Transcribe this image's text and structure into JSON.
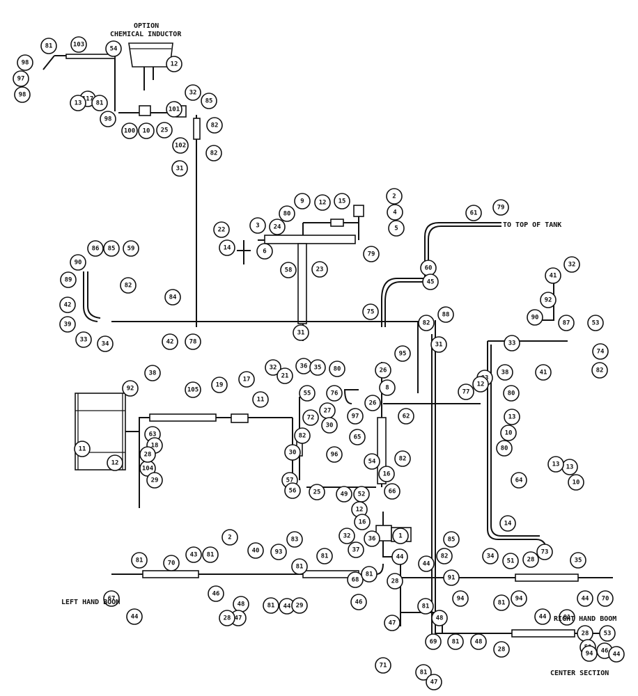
{
  "labels": {
    "option": "OPTION",
    "chemical_inductor": "CHEMICAL INDUCTOR",
    "to_top_of_tank": "TO TOP OF TANK",
    "left_hand_boom": "LEFT HAND BOOM",
    "right_hand_boom": "RIGHT HAND BOOM",
    "center_section": "CENTER SECTION"
  },
  "callouts": [
    "81",
    "103",
    "98",
    "97",
    "98",
    "54",
    "12",
    "117",
    "13",
    "81",
    "101",
    "32",
    "85",
    "98",
    "100",
    "10",
    "25",
    "82",
    "102",
    "82",
    "31",
    "2",
    "4",
    "9",
    "12",
    "15",
    "80",
    "5",
    "22",
    "3",
    "24",
    "14",
    "6",
    "23",
    "79",
    "61",
    "79",
    "90",
    "86",
    "85",
    "59",
    "58",
    "60",
    "45",
    "88",
    "89",
    "42",
    "41",
    "82",
    "84",
    "75",
    "32",
    "92",
    "90",
    "87",
    "53",
    "39",
    "33",
    "34",
    "42",
    "78",
    "82",
    "31",
    "33",
    "38",
    "41",
    "74",
    "82",
    "31",
    "38",
    "32",
    "36",
    "35",
    "80",
    "26",
    "95",
    "8",
    "92",
    "19",
    "17",
    "105",
    "21",
    "55",
    "76",
    "26",
    "97",
    "62",
    "83",
    "12",
    "77",
    "80",
    "11",
    "63",
    "18",
    "27",
    "82",
    "72",
    "30",
    "65",
    "96",
    "54",
    "13",
    "10",
    "80",
    "11",
    "12",
    "104",
    "28",
    "29",
    "30",
    "82",
    "57",
    "56",
    "25",
    "49",
    "52",
    "16",
    "66",
    "64",
    "13",
    "12",
    "13",
    "10",
    "16",
    "1",
    "14",
    "73",
    "35",
    "2",
    "83",
    "32",
    "36",
    "40",
    "37",
    "82",
    "85",
    "34",
    "51",
    "28",
    "43",
    "81",
    "93",
    "81",
    "81",
    "68",
    "81",
    "44",
    "28",
    "81",
    "70",
    "67",
    "44",
    "46",
    "48",
    "47",
    "81",
    "44",
    "28",
    "29",
    "46",
    "44",
    "94",
    "91",
    "81",
    "94",
    "44",
    "70",
    "81",
    "47",
    "48",
    "69",
    "81",
    "28",
    "44",
    "81",
    "28",
    "53",
    "50",
    "46",
    "94",
    "44",
    "71",
    "81",
    "47",
    "48",
    "29"
  ]
}
